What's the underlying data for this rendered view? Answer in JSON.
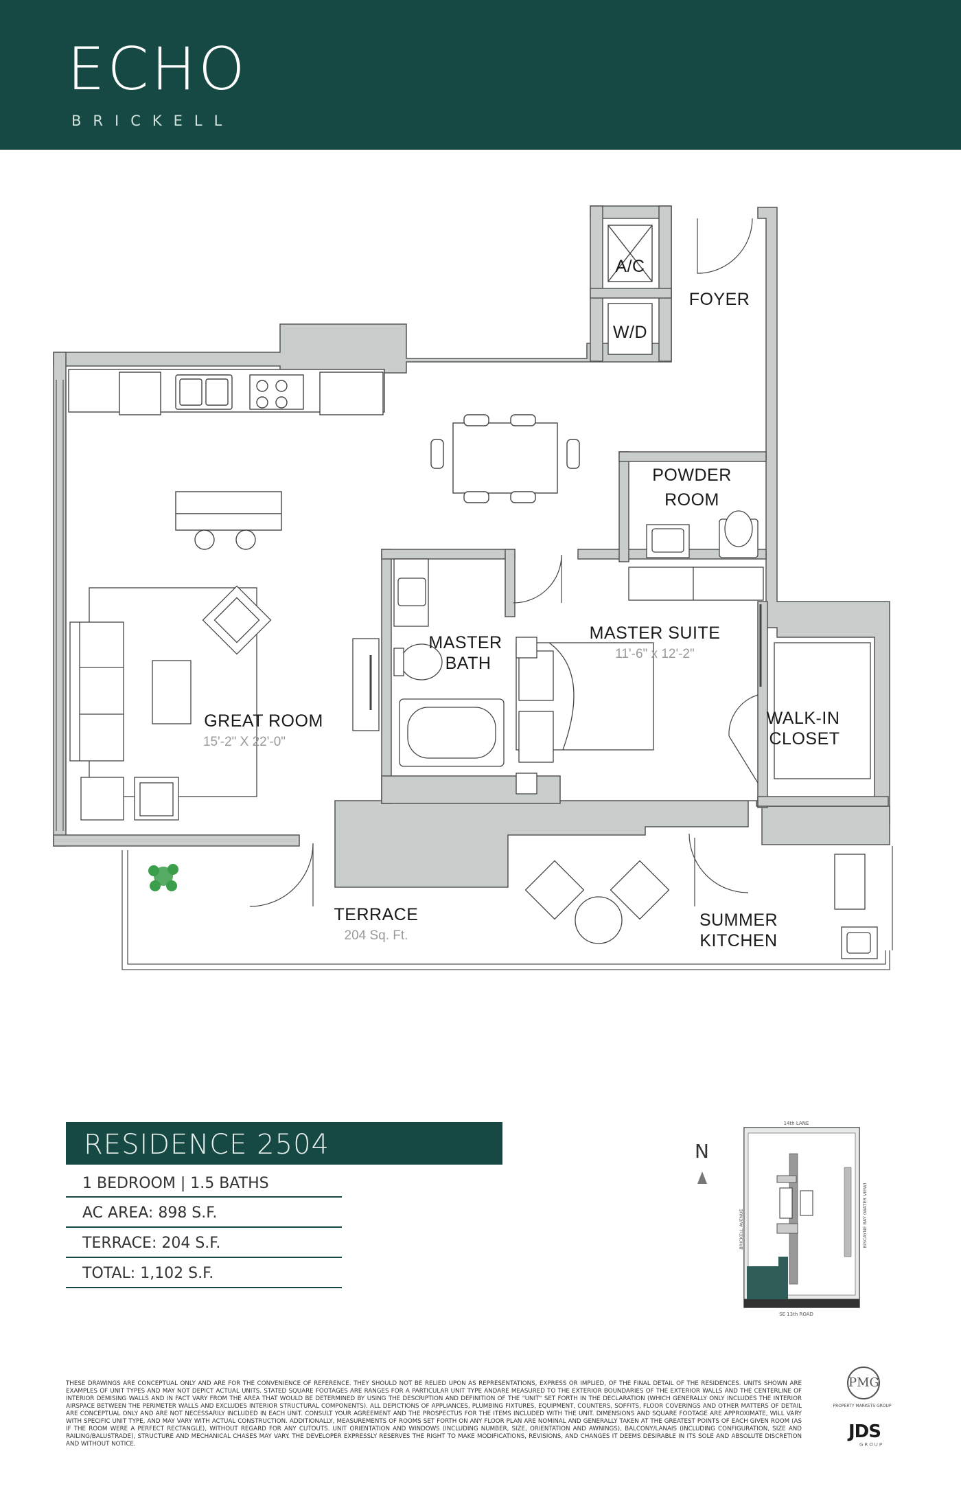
{
  "header": {
    "logo_main": "ECHO",
    "logo_sub": "BRICKELL",
    "background": "#174944"
  },
  "floorplan": {
    "rooms": {
      "ac": "A/C",
      "wd": "W/D",
      "foyer": "FOYER",
      "powder_line1": "POWDER",
      "powder_line2": "ROOM",
      "bath_line1": "MASTER",
      "bath_line2": "BATH",
      "suite": "MASTER SUITE",
      "suite_dim": "11'-6\" x 12'-2\"",
      "great": "GREAT ROOM",
      "great_dim": "15'-2\" X 22'-0\"",
      "closet_line1": "WALK-IN",
      "closet_line2": "CLOSET",
      "terrace": "TERRACE",
      "terrace_dim": "204 Sq. Ft.",
      "summer_line1": "SUMMER",
      "summer_line2": "KITCHEN"
    },
    "wall_color": "#c9cecd",
    "plant_color": "#3a9e4a"
  },
  "residence": {
    "title": "RESIDENCE 2504",
    "specs": [
      "1 BEDROOM | 1.5 BATHS",
      "AC AREA: 898 S.F.",
      "TERRACE: 204 S.F.",
      "TOTAL: 1,102 S.F."
    ]
  },
  "keyplan": {
    "north": "N",
    "street_top": "14th LANE",
    "street_left": "BRICKELL AVENUE",
    "street_right": "BISCAYNE BAY (WATER VIEW)",
    "street_bottom": "SE 13th ROAD"
  },
  "disclaimer": "THESE DRAWINGS ARE CONCEPTUAL ONLY AND ARE FOR THE CONVENIENCE OF REFERENCE. THEY SHOULD NOT BE RELIED UPON AS REPRESENTATIONS, EXPRESS OR IMPLIED, OF THE FINAL DETAIL OF THE RESIDENCES. UNITS SHOWN ARE EXAMPLES OF UNIT TYPES AND MAY NOT DEPICT ACTUAL UNITS. STATED SQUARE FOOTAGES ARE RANGES FOR A PARTICULAR UNIT TYPE ANDARE MEASURED TO THE EXTERIOR BOUNDARIES OF THE EXTERIOR WALLS AND THE CENTERLINE OF INTERIOR DEMISING WALLS AND IN FACT VARY FROM THE AREA THAT WOULD BE DETERMINED BY USING THE DESCRIPTION AND DEFINITION OF THE \"UNIT\" SET FORTH IN THE DECLARATION (WHICH GENERALLY ONLY INCLUDES THE INTERIOR AIRSPACE BETWEEN THE PERIMETER WALLS AND EXCLUDES INTERIOR STRUCTURAL COMPONENTS). ALL DEPICTIONS OF APPLIANCES, PLUMBING FIXTURES, EQUIPMENT, COUNTERS, SOFFITS, FLOOR COVERINGS AND OTHER MATTERS OF DETAIL ARE CONCEPTUAL ONLY AND ARE NOT NECESSARILY INCLUDED IN EACH UNIT. CONSULT YOUR AGREEMENT AND THE PROSPECTUS FOR THE ITEMS INCLUDED WITH THE UNIT. DIMENSIONS AND SQUARE FOOTAGE ARE APPROXIMATE, WILL VARY WITH SPECIFIC UNIT TYPE, AND MAY VARY WITH ACTUAL CONSTRUCTION. ADDITIONALLY, MEASUREMENTS OF ROOMS SET FORTH ON ANY FLOOR PLAN ARE NOMINAL AND GENERALLY TAKEN AT THE GREATEST POINTS OF EACH GIVEN ROOM (AS IF THE ROOM WERE A PERFECT RECTANGLE), WITHOUT REGARD FOR ANY CUTOUTS. UNIT ORIENTATION AND WINDOWS (INCLUDING NUMBER, SIZE, ORIENTATION AND AWNINGS), BALCONY/LANAIS (INCLUDING CONFIGURATION, SIZE AND RAILING/BALUSTRADE), STRUCTURE AND MECHANICAL CHASES MAY VARY. THE DEVELOPER EXPRESSLY RESERVES THE RIGHT TO MAKE MODIFICATIONS, REVISIONS, AND CHANGES IT DEEMS DESIRABLE IN ITS SOLE AND ABSOLUTE DISCRETION AND WITHOUT NOTICE.",
  "logos": {
    "pmg": "PMG",
    "pmg_sub": "PROPERTY MARKETS GROUP",
    "jds": "JDS",
    "jds_sub": "GROUP"
  }
}
